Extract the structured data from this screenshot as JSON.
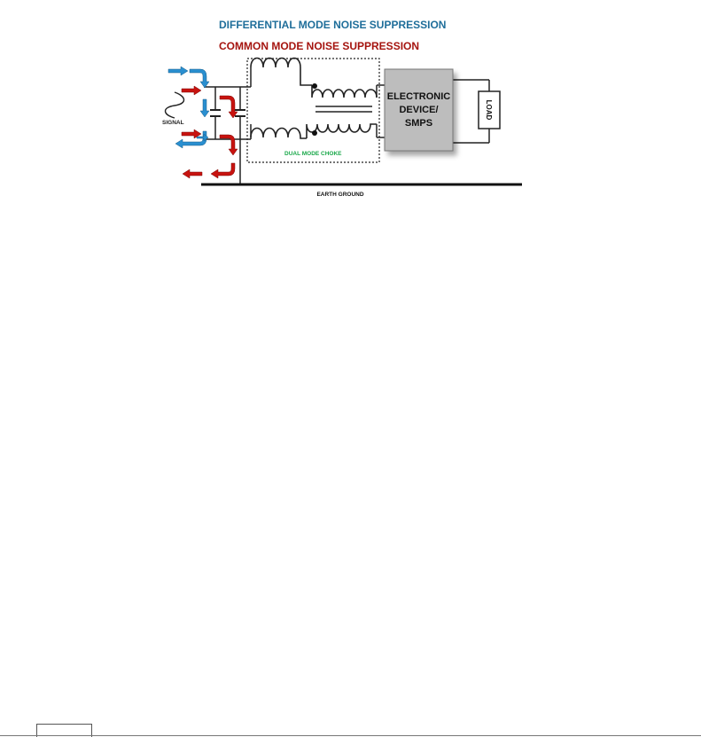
{
  "titles": {
    "differential": "DIFFERENTIAL MODE NOISE SUPPRESSION",
    "common": "COMMON MODE NOISE SUPPRESSION"
  },
  "labels": {
    "signal": "SIGNAL",
    "choke": "DUAL MODE CHOKE",
    "device": [
      "ELECTRONIC",
      "DEVICE/",
      "SMPS"
    ],
    "load": "LOAD",
    "ground": "EARTH GROUND"
  },
  "colors": {
    "differential": "#2a8fd0",
    "common": "#c8130f",
    "title_differential": "#1f6e9a",
    "title_common": "#a5140f",
    "choke_label": "#1aa84a",
    "device_fill": "#bdbdbd"
  }
}
